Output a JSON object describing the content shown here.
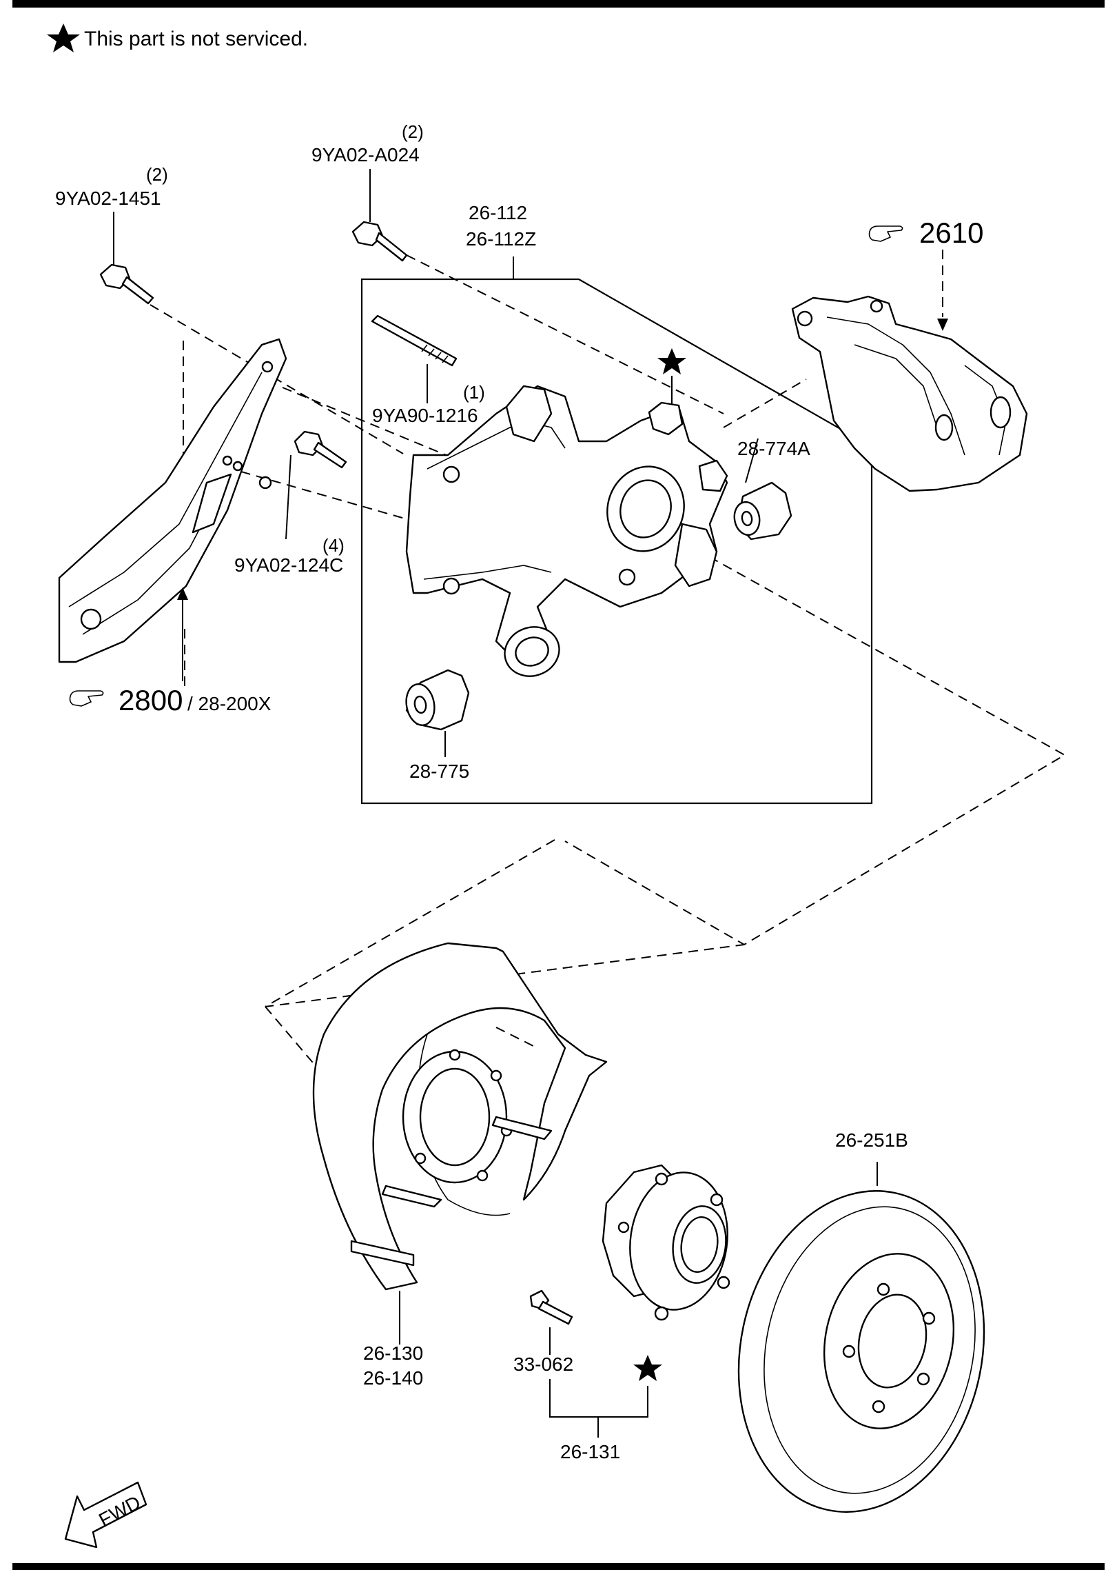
{
  "note": {
    "symbol": "★",
    "text": "This part is not serviced."
  },
  "labels": {
    "bolt_1451_qty": "(2)",
    "bolt_1451": "9YA02-1451",
    "bolt_a024_qty": "(2)",
    "bolt_a024": "9YA02-A024",
    "knuckle_1": "26-112",
    "knuckle_2": "26-112Z",
    "stud_qty": "(1)",
    "stud": "9YA90-1216",
    "bushing_a": "28-774A",
    "bolt_124c_qty": "(4)",
    "bolt_124c": "9YA02-124C",
    "ref_2800": "2800",
    "ref_2800_suffix": "/ 28-200X",
    "ref_2610": "2610",
    "bushing_b": "28-775",
    "dust_shield_1": "26-130",
    "dust_shield_2": "26-140",
    "hub_bolt": "33-062",
    "hub_assy": "26-131",
    "rotor": "26-251B",
    "fwd": "FWD"
  },
  "icons": {
    "star": "star-icon",
    "ref": "pointing-hand-icon",
    "fwd": "forward-arrow-icon"
  }
}
